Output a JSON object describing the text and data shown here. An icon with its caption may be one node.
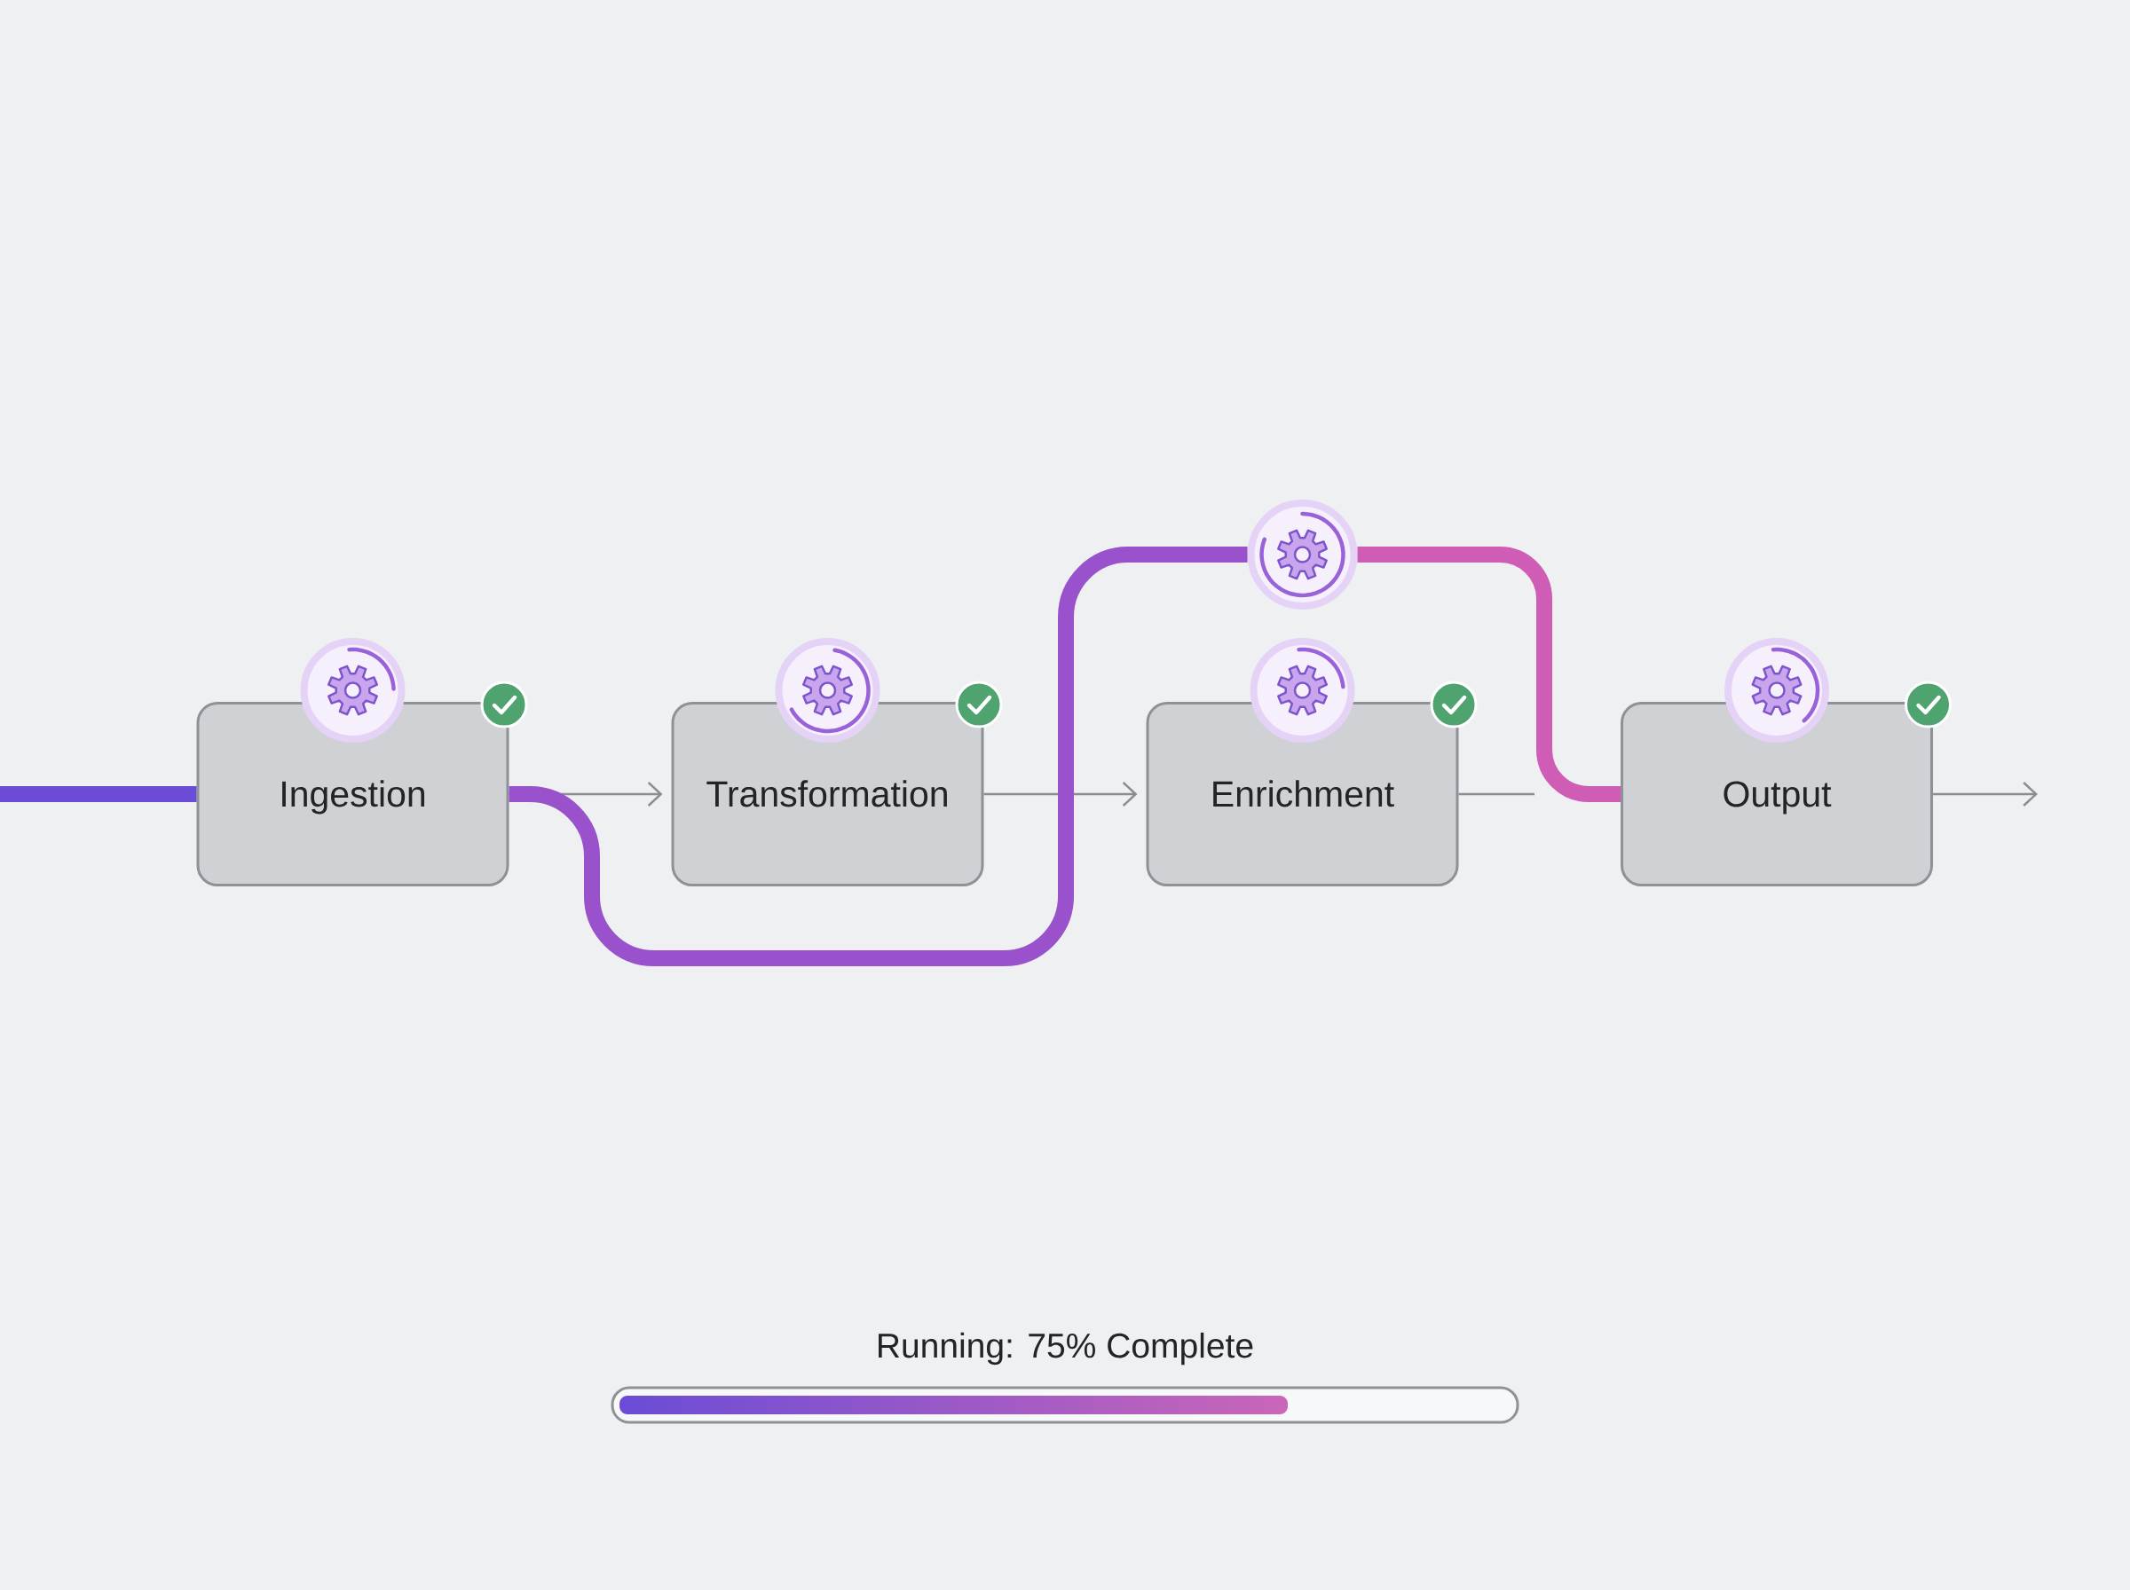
{
  "diagram": {
    "nodes": [
      {
        "text": [
          "Ingestion"
        ]
      },
      {
        "text": [
          "Transformation"
        ]
      },
      {
        "text": [
          "Enrichment"
        ]
      },
      {
        "text": [
          "Output"
        ]
      },
      {
        "text": [],
        "shape": "circle"
      }
    ],
    "edges": [
      {
        "from": null,
        "to": 0,
        "arrow": "none",
        "style": "thick",
        "color": "#6a4cd6"
      },
      {
        "from": 0,
        "to": 1,
        "arrow": "to"
      },
      {
        "from": 0,
        "to": 4,
        "arrow": "none",
        "style": "thick",
        "color": "#9a52cc"
      },
      {
        "from": 1,
        "to": 2,
        "arrow": "to"
      },
      {
        "from": 4,
        "to": 3,
        "arrow": "none",
        "style": "thick",
        "color": "#cf5cb5"
      },
      {
        "from": 2,
        "to": null,
        "arrow": "none"
      },
      {
        "from": 3,
        "to": null,
        "arrow": "to"
      }
    ],
    "labels": [
      "Running: 75% Complete"
    ]
  }
}
